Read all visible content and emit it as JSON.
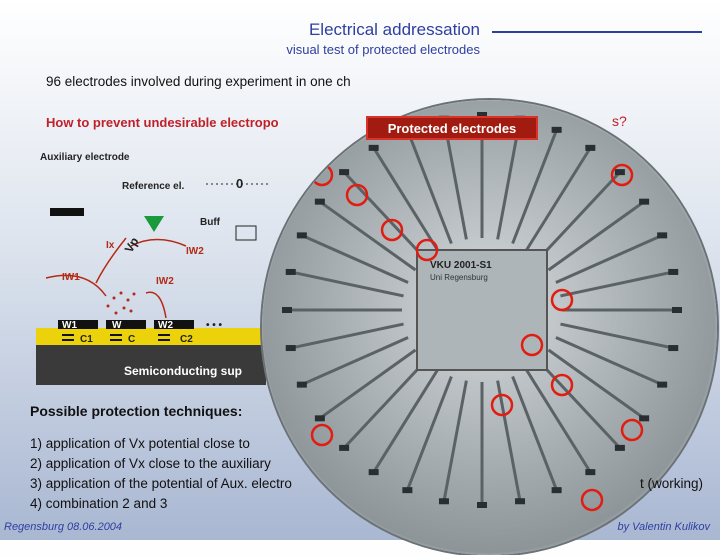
{
  "header": {
    "title": "Electrical addressation",
    "subtitle": "visual test of protected electrodes"
  },
  "intro": "96 electrodes involved during experiment in one ch",
  "question": {
    "start": "How to prevent undesirable electropo",
    "end": "s?"
  },
  "schematic": {
    "aux_electrode": "Auxiliary electrode",
    "reference": "Reference el.",
    "zero": "0",
    "buff": "Buff",
    "ix": "Ix",
    "vp": "Vp",
    "iw2_top": "IW2",
    "iw1": "IW1",
    "iw2": "IW2",
    "w1": "W1",
    "w": "W",
    "w2": "W2",
    "dots": "• • •",
    "c1": "C1",
    "c": "C",
    "c2": "C2",
    "substrate": "Semiconducting sup"
  },
  "photo": {
    "chip_label": "VKU 2001-S1",
    "chip_sublabel": "Uni Regensburg",
    "callout": "Protected electrodes"
  },
  "techniques": {
    "title": "Possible protection techniques:",
    "items": [
      "1) application of Vx potential close to",
      "2) application of Vx close to the auxiliary",
      "3) application of the potential of Aux. electro",
      "4) combination 2 and 3"
    ],
    "item3_tail": "t (working)"
  },
  "footer": {
    "left": "Regensburg 08.06.2004",
    "right": "by Valentin Kulikov"
  },
  "colors": {
    "title_blue": "#2d3fa0",
    "question_red": "#c0202a",
    "callout_red": "#a11b10"
  }
}
